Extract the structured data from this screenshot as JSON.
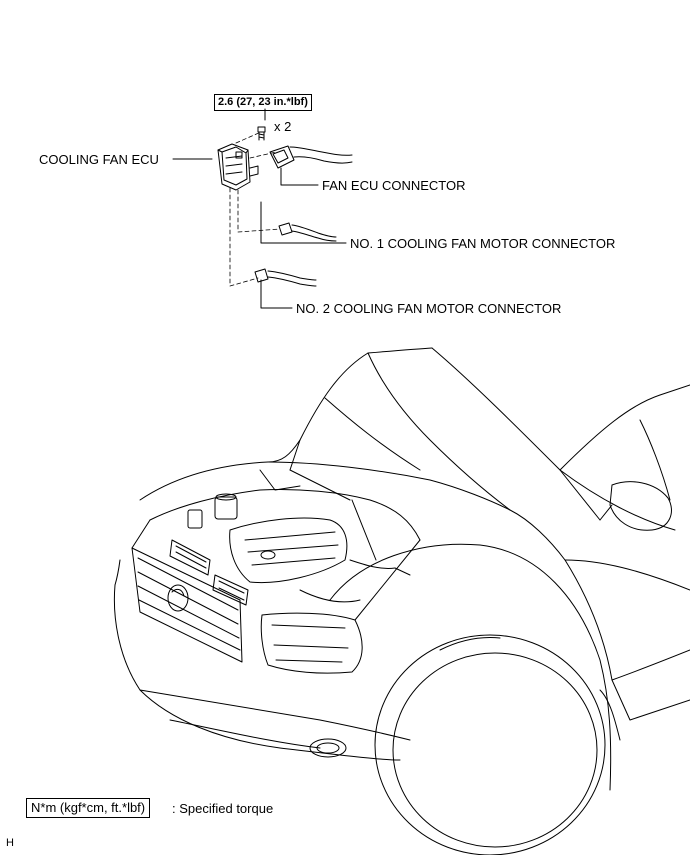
{
  "torque": {
    "value": "2.6 (27, 23 in.*lbf)",
    "quantity": "x 2"
  },
  "labels": {
    "cooling_fan_ecu": "COOLING FAN ECU",
    "fan_ecu_connector": "FAN ECU CONNECTOR",
    "no1_motor_connector": "NO. 1 COOLING FAN MOTOR CONNECTOR",
    "no2_motor_connector": "NO. 2 COOLING FAN MOTOR CONNECTOR"
  },
  "legend": {
    "box_text": "N*m (kgf*cm, ft.*lbf)",
    "description": ": Specified torque"
  },
  "corner_code": "H"
}
